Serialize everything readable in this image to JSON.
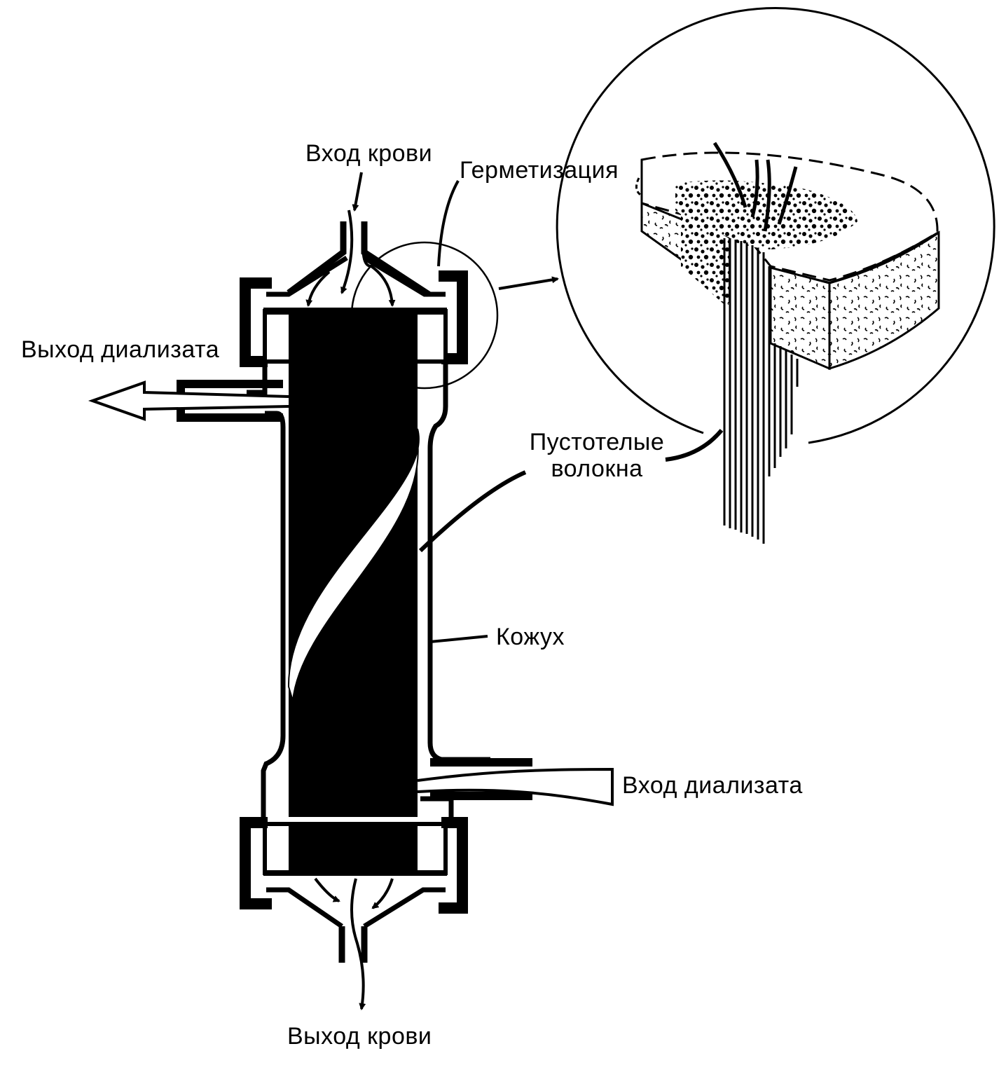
{
  "labels": {
    "blood_in": "Вход крови",
    "sealing": "Герметизация",
    "dialysate_out": "Выход диализата",
    "hollow_fibers_line1": "Пустотелые",
    "hollow_fibers_line2": "волокна",
    "casing": "Кожух",
    "dialysate_in": "Вход диализата",
    "blood_out": "Выход крови"
  },
  "colors": {
    "ink": "#000000",
    "paper": "#ffffff"
  }
}
